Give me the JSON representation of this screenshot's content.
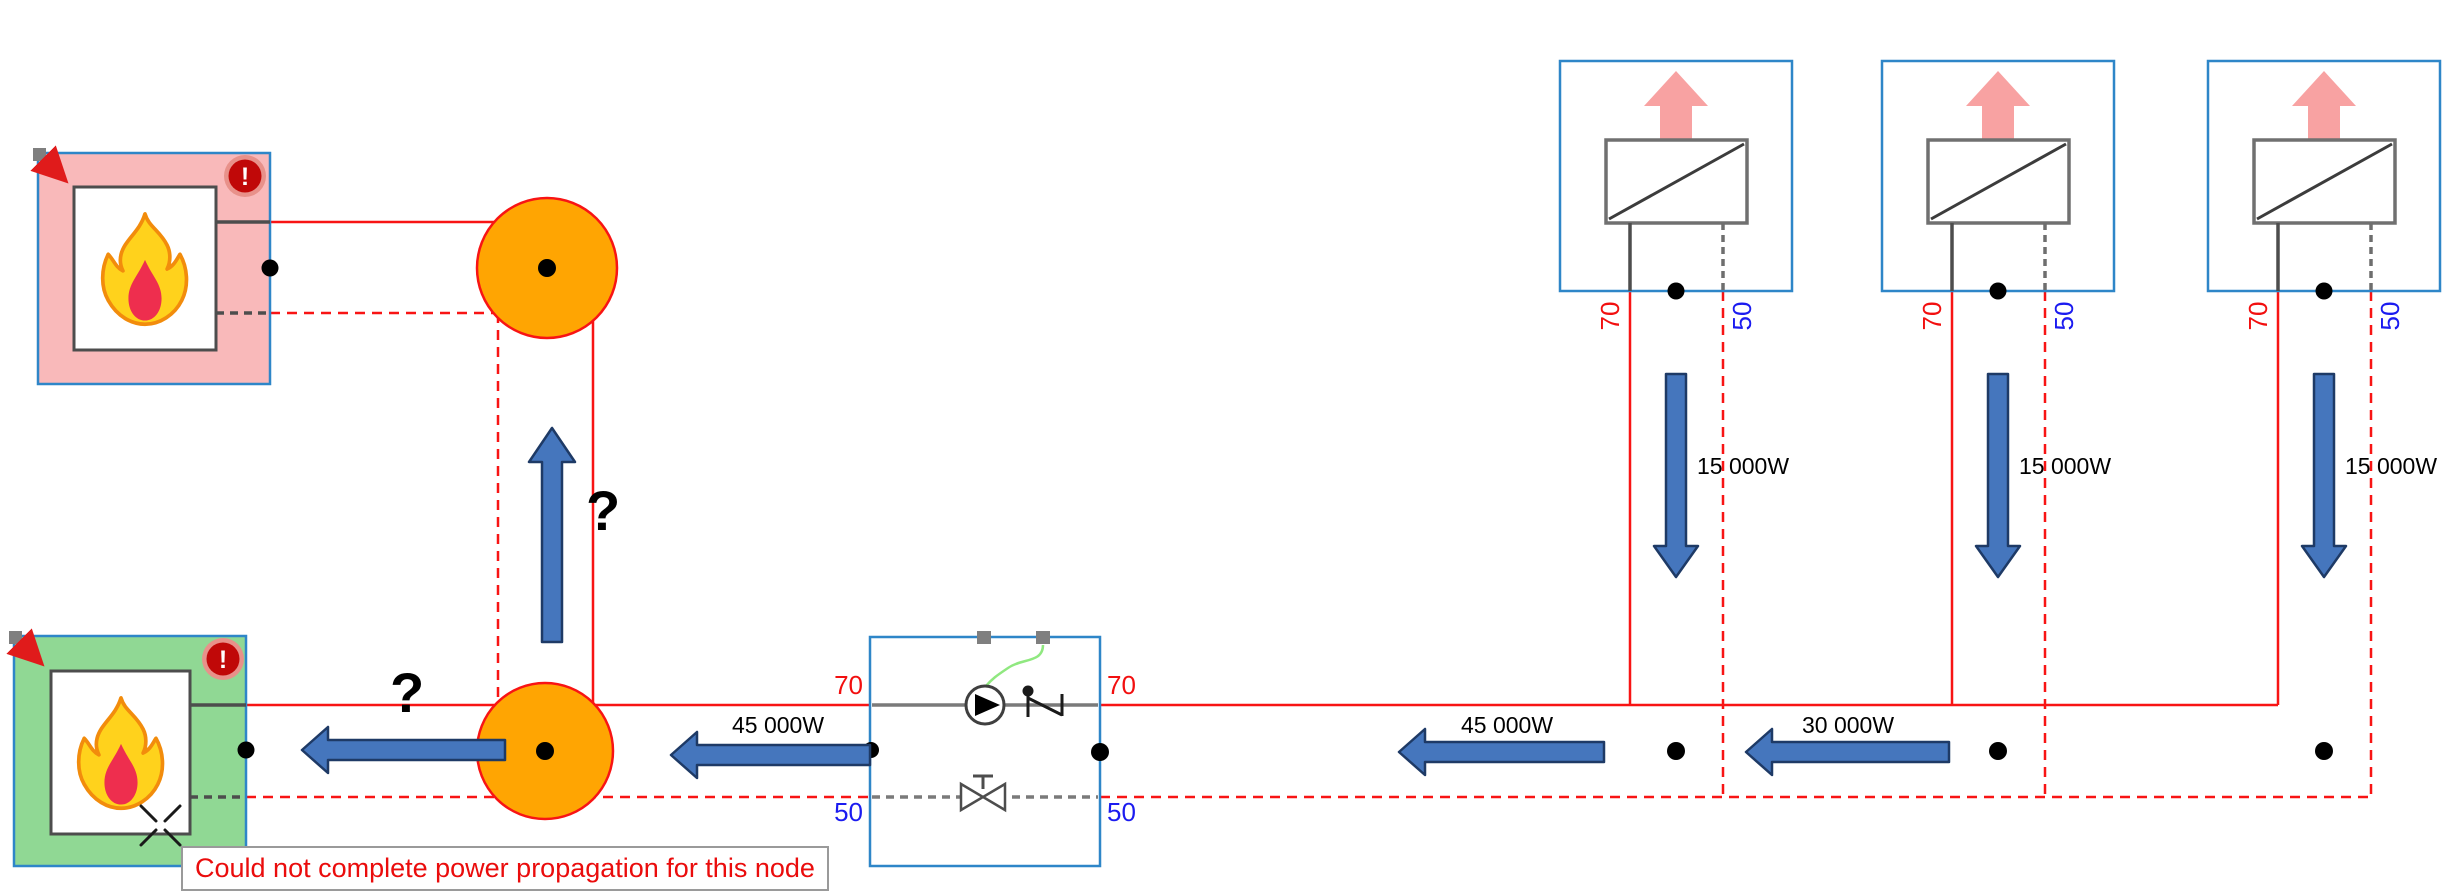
{
  "canvas": {
    "tooltip_text": "Could not complete power propagation for this node",
    "error_badge_glyph": "!",
    "supply_temp_label": "70",
    "return_temp_label": "50",
    "flows": {
      "boiler_loop_vertical": "?",
      "boiler_loop_horizontal": "?",
      "main_left_of_pump": "45 000W",
      "main_right_of_pump": "45 000W",
      "main_between_rad1_rad2": "30 000W"
    },
    "radiators": [
      {
        "drop_flow": "15 000W"
      },
      {
        "drop_flow": "15 000W"
      },
      {
        "drop_flow": "15 000W"
      }
    ],
    "colors": {
      "pipe_supply_red": "#f81414",
      "pipe_return_red_dashed": "#f81414",
      "temp_supply_red": "#f20f0f",
      "temp_return_blue": "#1b1bf0",
      "node_border_blue": "#2e86c8",
      "boiler_error_bg_pink": "#f9b9ba",
      "boiler_bg_green": "#90d894",
      "junction_orange": "#ffa502",
      "flow_arrow_blue": "#4576bd",
      "heat_arrow_pink": "#f8a2a2",
      "error_badge_red": "#c00808",
      "tooltip_text_red": "#ea0c0c",
      "selection_handle_grey": "#7f7f7f",
      "control_link_green": "#90e880"
    }
  }
}
